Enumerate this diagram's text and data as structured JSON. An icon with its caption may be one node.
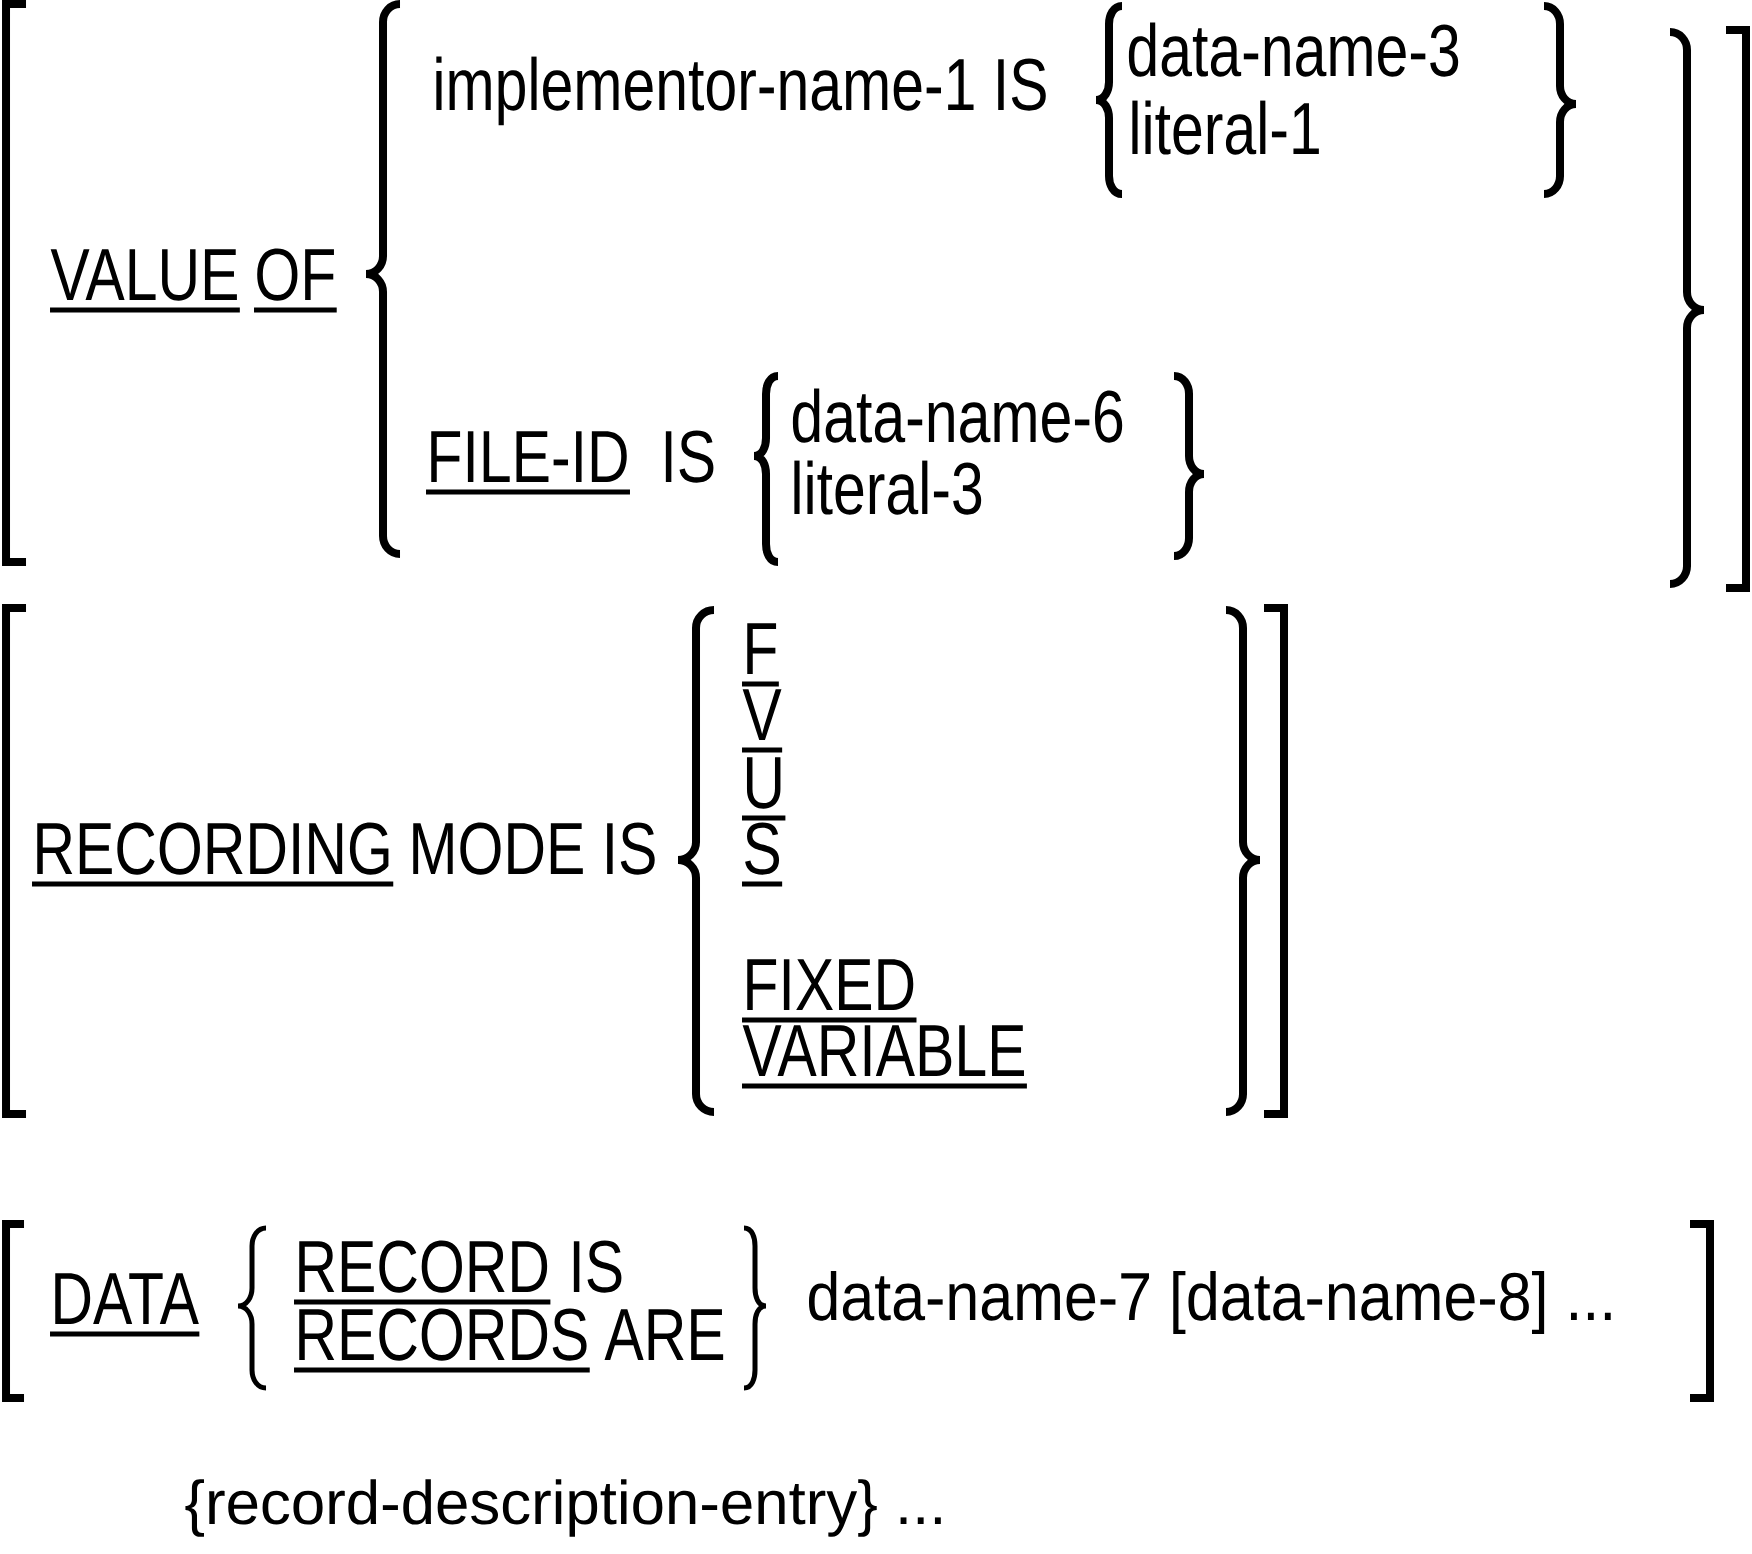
{
  "diagram": {
    "labels": [
      "VALUE",
      "OF",
      "implementor-name-1 IS",
      "data-name-3",
      "literal-1",
      "FILE-ID",
      "IS",
      "data-name-6",
      "literal-3",
      "RECORDING",
      "MODE IS",
      "F",
      "V",
      "U",
      "S",
      "FIXED",
      "VARIABLE",
      "DATA",
      "RECORD",
      "IS",
      "RECORDS",
      "ARE",
      "data-name-7 [data-name-8] ...",
      "{record-description-entry} ..."
    ]
  }
}
